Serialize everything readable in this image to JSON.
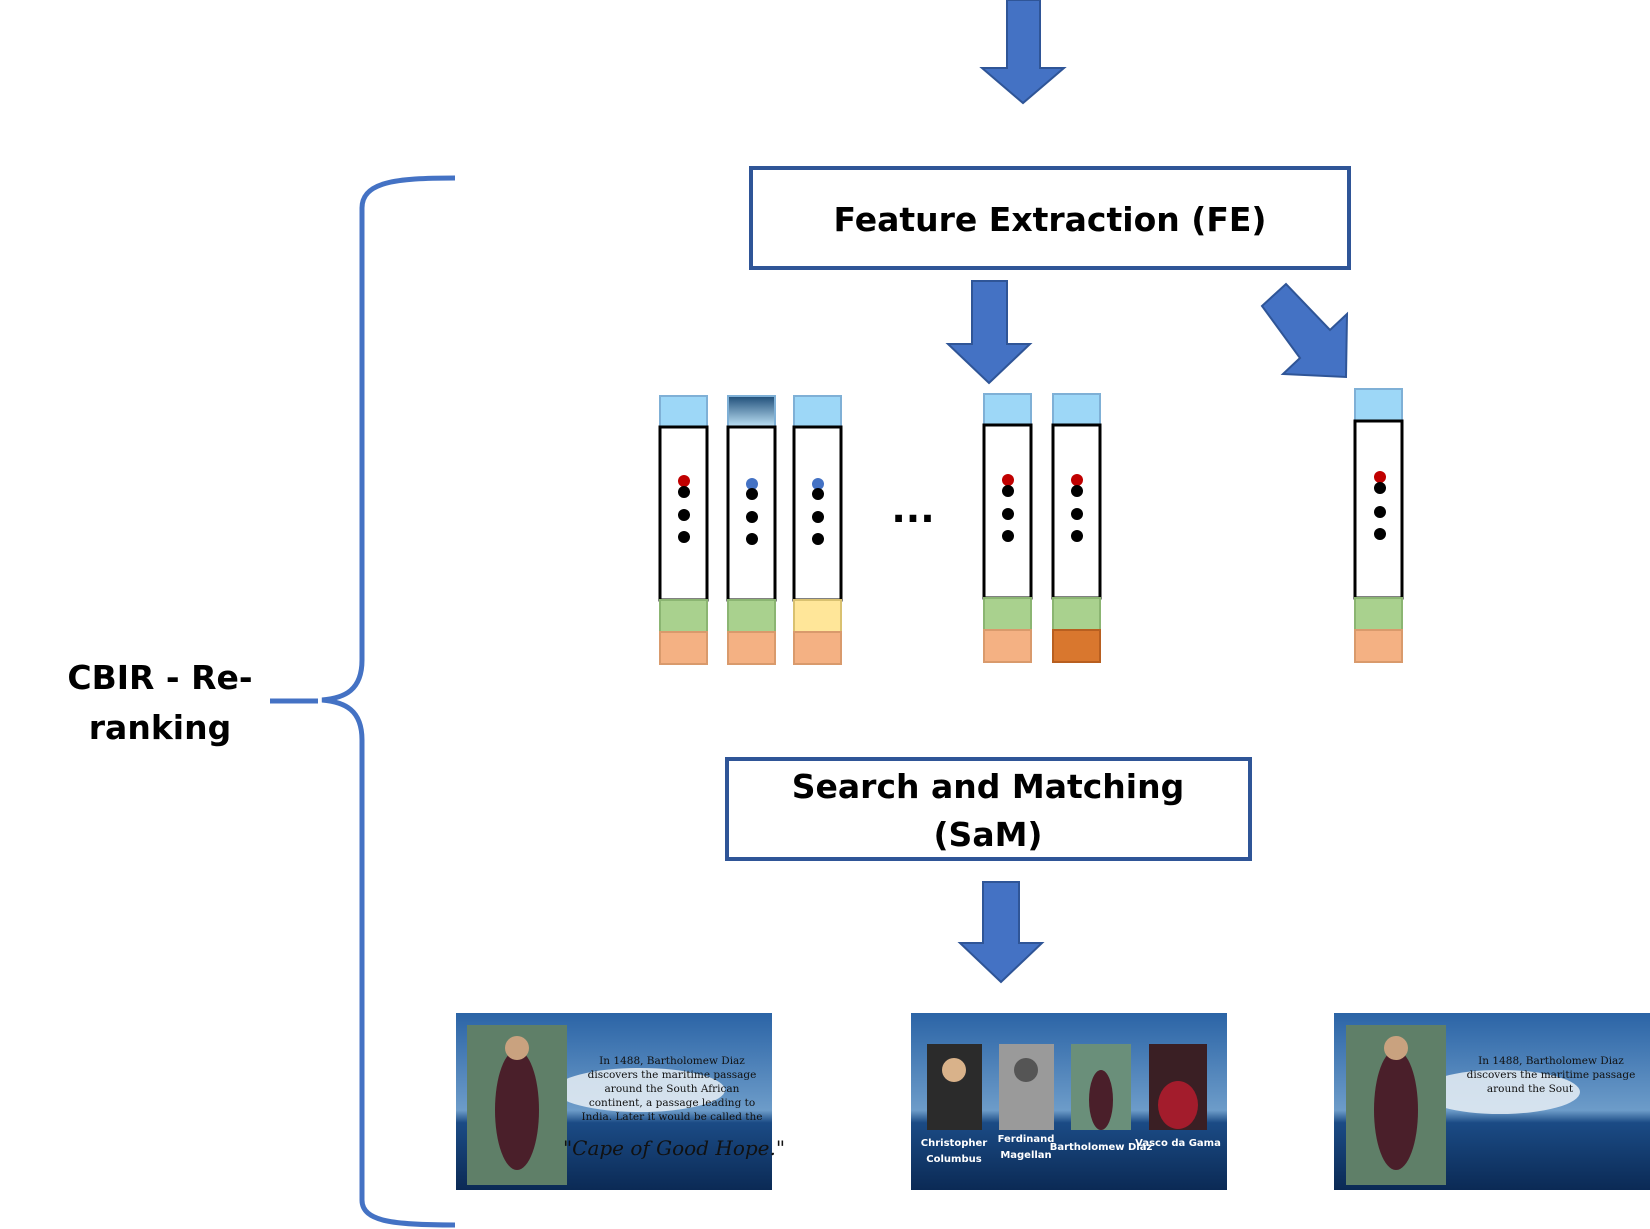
{
  "side_label": {
    "line1": "CBIR - Re-",
    "line2": "ranking"
  },
  "fe_box": {
    "label": "Feature Extraction (FE)"
  },
  "sam_box": {
    "line1": "Search and Matching",
    "line2": "(SaM)"
  },
  "ellipsis": "...",
  "colors": {
    "arrow": "#4472c4",
    "brace": "#4472c4",
    "box_border": "#2f5597",
    "top_blue": "#9dd7f7",
    "top_dark": "#3b6fa0",
    "green": "#a9d18e",
    "yellow": "#ffe699",
    "orange": "#f4b183",
    "orange_dark": "#d9772e",
    "dot_red": "#c00000",
    "dot_blue": "#4472c4",
    "sea_top": "#1d4f86",
    "sea_bottom": "#0b2a55"
  },
  "vectors": [
    {
      "top": "top_blue",
      "first_dot": "red",
      "label_color": "green",
      "tail": "orange"
    },
    {
      "top": "top_dark",
      "first_dot": "blue",
      "label_color": "green",
      "tail": "orange"
    },
    {
      "top": "top_blue",
      "first_dot": "blue",
      "label_color": "yellow",
      "tail": "orange"
    },
    {
      "top": "top_blue",
      "first_dot": "red",
      "label_color": "green",
      "tail": "orange"
    },
    {
      "top": "top_blue",
      "first_dot": "red",
      "label_color": "green",
      "tail": "orange_dark"
    },
    {
      "top": "top_blue",
      "first_dot": "red",
      "label_color": "green",
      "tail": "orange"
    }
  ],
  "results": {
    "slide1": {
      "text_lines": [
        "In 1488, Bartholomew Diaz",
        "discovers the maritime passage",
        "around the South African",
        "continent, a passage leading to",
        "India. Later it would be called the"
      ],
      "quote": "\"Cape of Good Hope.\""
    },
    "slide2": {
      "captions": [
        [
          "Christopher",
          "Columbus"
        ],
        [
          "Ferdinand",
          "Magellan"
        ],
        [
          "Bartholomew Diaz"
        ],
        [
          "Vasco da Gama"
        ]
      ]
    },
    "slide3": {
      "text_lines": [
        "In 1488, Bartholomew Diaz",
        "discovers the maritime passage",
        "around the Sout"
      ]
    }
  }
}
